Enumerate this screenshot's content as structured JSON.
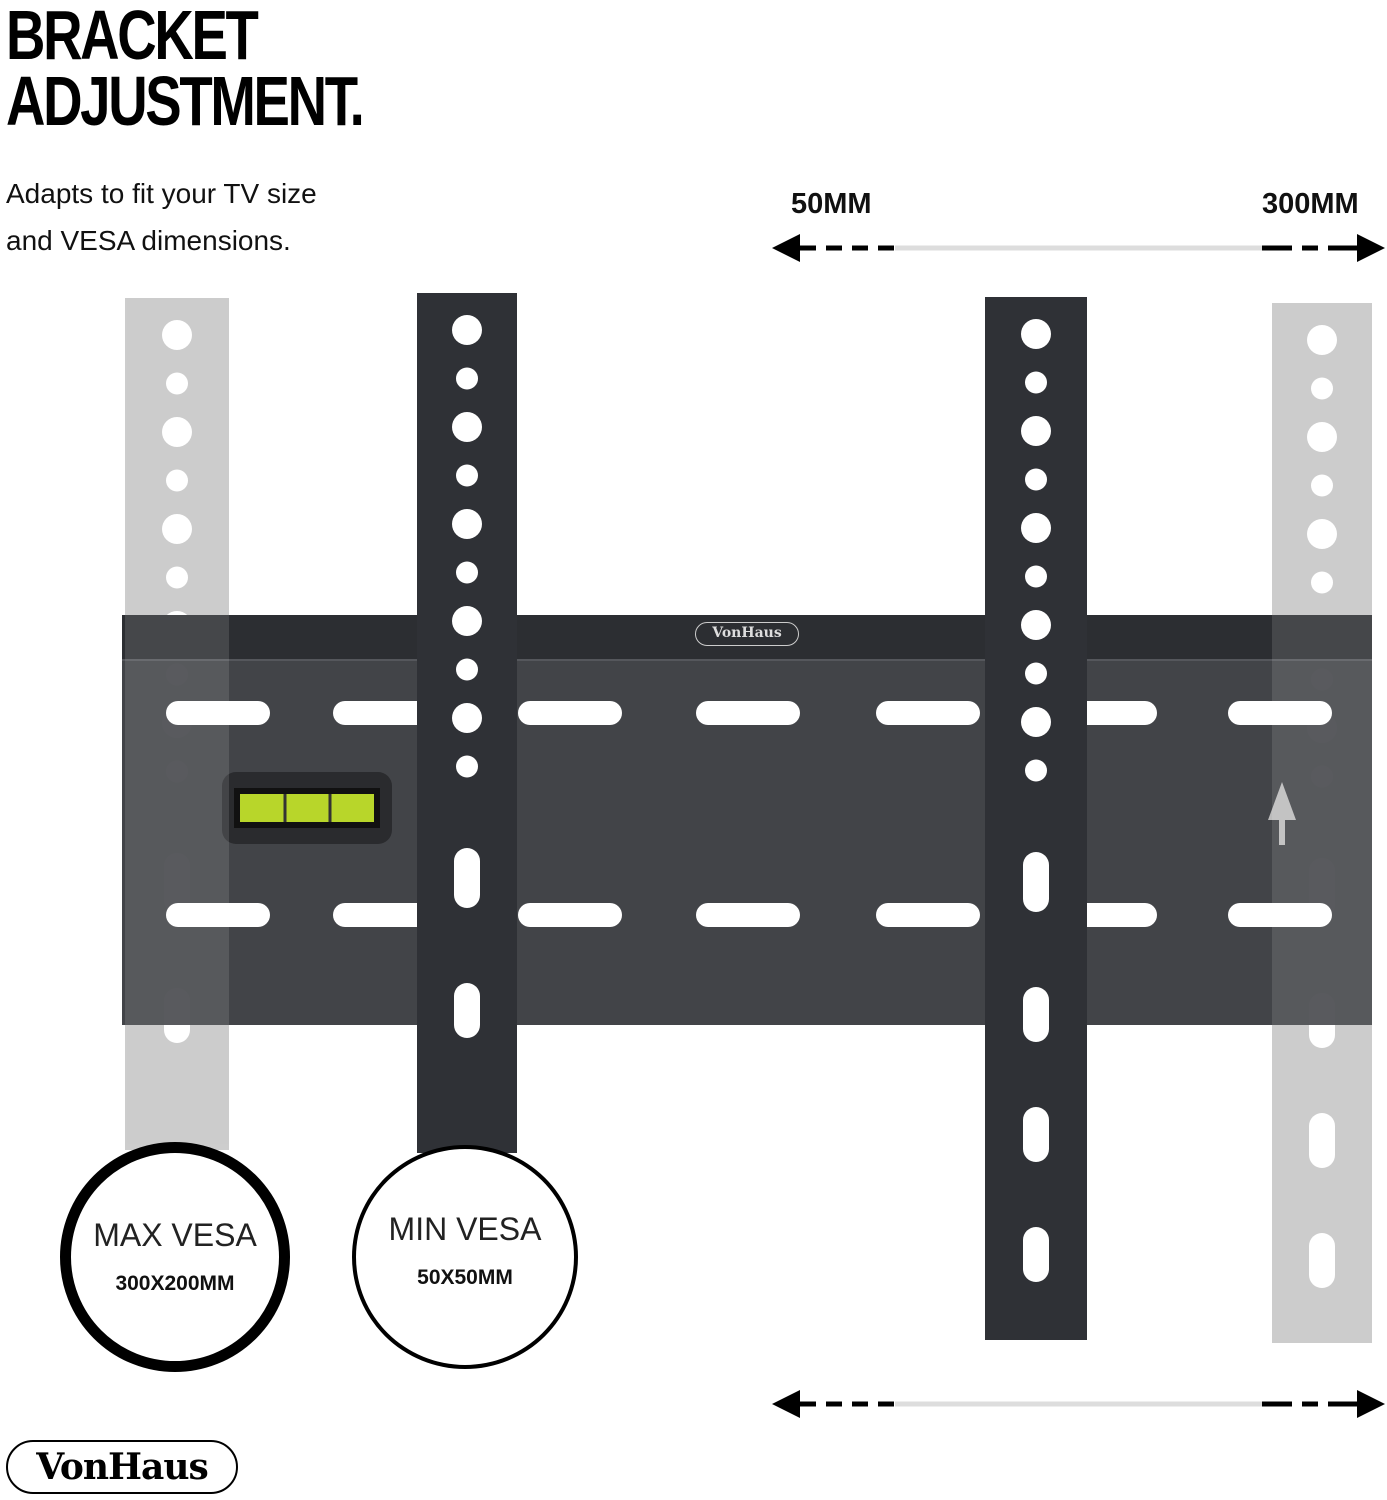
{
  "heading": {
    "line1": "BRACKET",
    "line2": "ADJUSTMENT."
  },
  "subtitle": {
    "line1": "Adapts to fit your TV size",
    "line2": "and VESA dimensions."
  },
  "dimensions": {
    "min_label": "50MM",
    "max_label": "300MM"
  },
  "badges": [
    {
      "label": "MAX VESA",
      "value": "300X200MM"
    },
    {
      "label": "MIN VESA",
      "value": "50X50MM"
    }
  ],
  "brand": {
    "logo_text": "VonHaus",
    "plate_logo_text": "VonHaus"
  },
  "colors": {
    "plate": "#3a3c41",
    "ghost_bar": "#c4c4c4",
    "text": "#000000",
    "level_bubble": "#b8d62a"
  }
}
